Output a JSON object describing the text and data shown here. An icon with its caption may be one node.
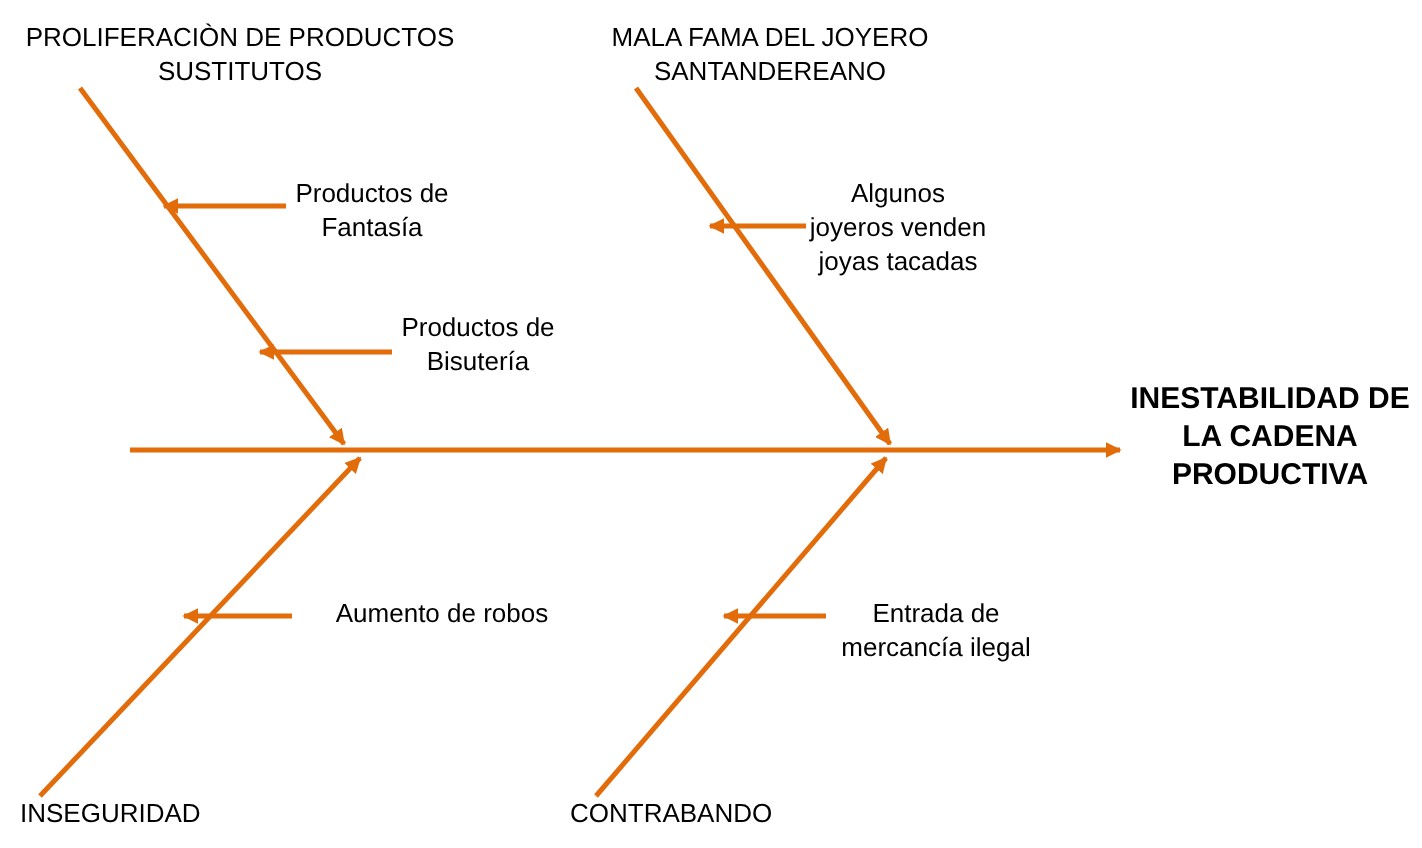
{
  "diagram": {
    "nodes": [
      {
        "text": [
          "PROLIFERACIÒN DE PRODUCTOS SUSTITUTOS"
        ]
      },
      {
        "text": [
          "Productos de Fantasía"
        ]
      },
      {
        "text": [
          "Productos de Bisutería"
        ]
      },
      {
        "text": [
          "MALA FAMA DEL JOYERO SANTANDEREANO"
        ]
      },
      {
        "text": [
          "Algunos joyeros venden joyas tacadas"
        ]
      },
      {
        "text": [
          "INESTABILIDAD DE LA CADENA PRODUCTIVA"
        ]
      },
      {
        "text": [
          "Aumento de robos"
        ]
      },
      {
        "text": [
          "Entrada de mercancía ilegal"
        ]
      },
      {
        "text": [
          "INSEGURIDAD"
        ]
      },
      {
        "text": [
          "CONTRABANDO"
        ]
      }
    ],
    "edges": [
      {
        "from": null,
        "to": 5,
        "arrow": "to"
      },
      {
        "from": 0,
        "to": null,
        "arrow": "to"
      },
      {
        "from": 1,
        "to": null,
        "arrow": "to"
      },
      {
        "from": 2,
        "to": null,
        "arrow": "to"
      },
      {
        "from": 3,
        "to": null,
        "arrow": "to"
      },
      {
        "from": 4,
        "to": null,
        "arrow": "to"
      },
      {
        "from": 8,
        "to": null,
        "arrow": "to"
      },
      {
        "from": 6,
        "to": null,
        "arrow": "to"
      },
      {
        "from": 9,
        "to": null,
        "arrow": "to"
      },
      {
        "from": 7,
        "to": null,
        "arrow": "to"
      }
    ]
  }
}
